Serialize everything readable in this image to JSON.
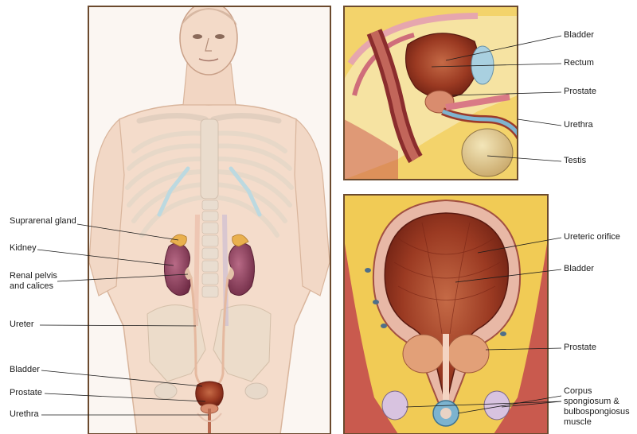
{
  "main_figure": {
    "labels": {
      "suprarenal_gland": "Suprarenal gland",
      "kidney": "Kidney",
      "renal_pelvis": "Renal pelvis\nand calices",
      "ureter": "Ureter",
      "bladder": "Bladder",
      "prostate": "Prostate",
      "urethra": "Urethra"
    }
  },
  "sagittal_inset": {
    "labels": {
      "bladder": "Bladder",
      "rectum": "Rectum",
      "prostate": "Prostate",
      "urethra": "Urethra",
      "testis": "Testis"
    }
  },
  "coronal_inset": {
    "labels": {
      "ureteric_orifice": "Ureteric orifice",
      "bladder": "Bladder",
      "prostate": "Prostate",
      "corpus": "Corpus\nspongiosum &\nbulbospongiosus\nmuscle"
    }
  },
  "colors": {
    "frame": "#6b4a2e",
    "skin": "#f3d6c2",
    "bone": "#efe4d6",
    "kidney": "#8e3f5a",
    "bladder_muscle": "#a2472c",
    "fat": "#f1c73c",
    "cartilage": "#bcd9e0"
  }
}
